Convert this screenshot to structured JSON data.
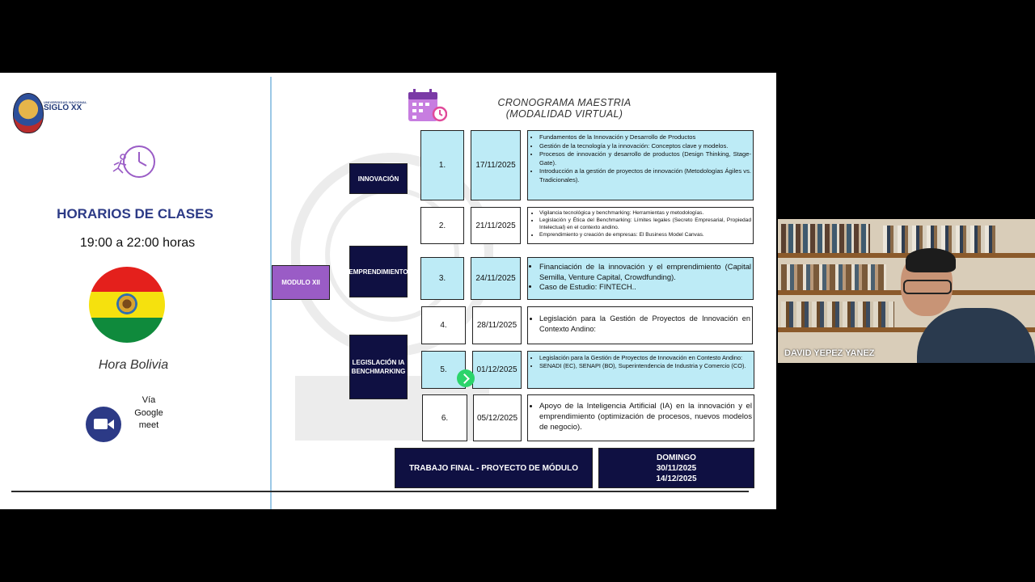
{
  "left_panel": {
    "logo_small": "UNIVERSIDAD NACIONAL",
    "logo_big": "SIGLO XX",
    "title": "HORARIOS DE CLASES",
    "hours": "19:00 a 22:00 horas",
    "timezone": "Hora Bolivia",
    "via_lines": [
      "Vía",
      "Google",
      "meet"
    ]
  },
  "schedule": {
    "title_line1": "CRONOGRAMA MAESTRIA",
    "title_line2": "(MODALIDAD VIRTUAL)",
    "module": "MODULO XII",
    "topics": [
      "INNOVACIÓN",
      "EMPRENDIMIENTO",
      "LEGISLACIÓN IA BENCHMARKING"
    ],
    "sessions": [
      {
        "num": "1.",
        "date": "17/11/2025",
        "items": [
          "Fundamentos de la Innovación y Desarrollo de Productos",
          "Gestión de la tecnología y la innovación: Conceptos clave y modelos.",
          "Procesos de innovación y desarrollo de productos (Design Thinking, Stage-Gate).",
          "Introducción a la gestión de proyectos de innovación (Metodologías Ágiles vs. Tradicionales)."
        ]
      },
      {
        "num": "2.",
        "date": "21/11/2025",
        "items": [
          "Vigilancia tecnológica y benchmarking: Herramientas y metodologías.",
          "Legislación y Ética del Benchmarking: Límites legales (Secreto Empresarial, Propiedad Intelectual) en el contexto andino.",
          "Emprendimiento y creación de empresas: El Business Model Canvas."
        ]
      },
      {
        "num": "3.",
        "date": "24/11/2025",
        "items": [
          "Financiación de la innovación y el emprendimiento (Capital Semilla, Venture Capital, Crowdfunding).",
          "Caso de Estudio: FINTECH.."
        ]
      },
      {
        "num": "4.",
        "date": "28/11/2025",
        "items": [
          "Legislación para la Gestión de Proyectos de Innovación en Contexto Andino:"
        ]
      },
      {
        "num": "5.",
        "date": "01/12/2025",
        "items": [
          "Legislación para la Gestión de Proyectos de Innovación en Contesto Andino:",
          "SENADI (EC), SENAPI (BO), Superintendencia de Industria y Comercio (CO)."
        ]
      },
      {
        "num": "6.",
        "date": "05/12/2025",
        "items": [
          "Apoyo de la Inteligencia Artificial (IA) en la innovación y el emprendimiento (optimización de procesos, nuevos modelos de negocio)."
        ]
      }
    ],
    "final_project": "TRABAJO FINAL - PROYECTO DE MÓDULO",
    "final_day": "DOMINGO",
    "final_date1": "30/11/2025",
    "final_date2": "14/12/2025"
  },
  "webcam": {
    "name": "DAVID YEPEZ YANEZ"
  },
  "colors": {
    "navy": "#0f1042",
    "purple": "#9a5cc6",
    "cyan": "#bdebf6",
    "title_blue": "#2c3a86"
  },
  "icons": [
    "university-logo-icon",
    "clock-runner-icon",
    "bolivia-flag-icon",
    "video-camera-icon",
    "calendar-icon",
    "cursor-arrow-icon"
  ]
}
